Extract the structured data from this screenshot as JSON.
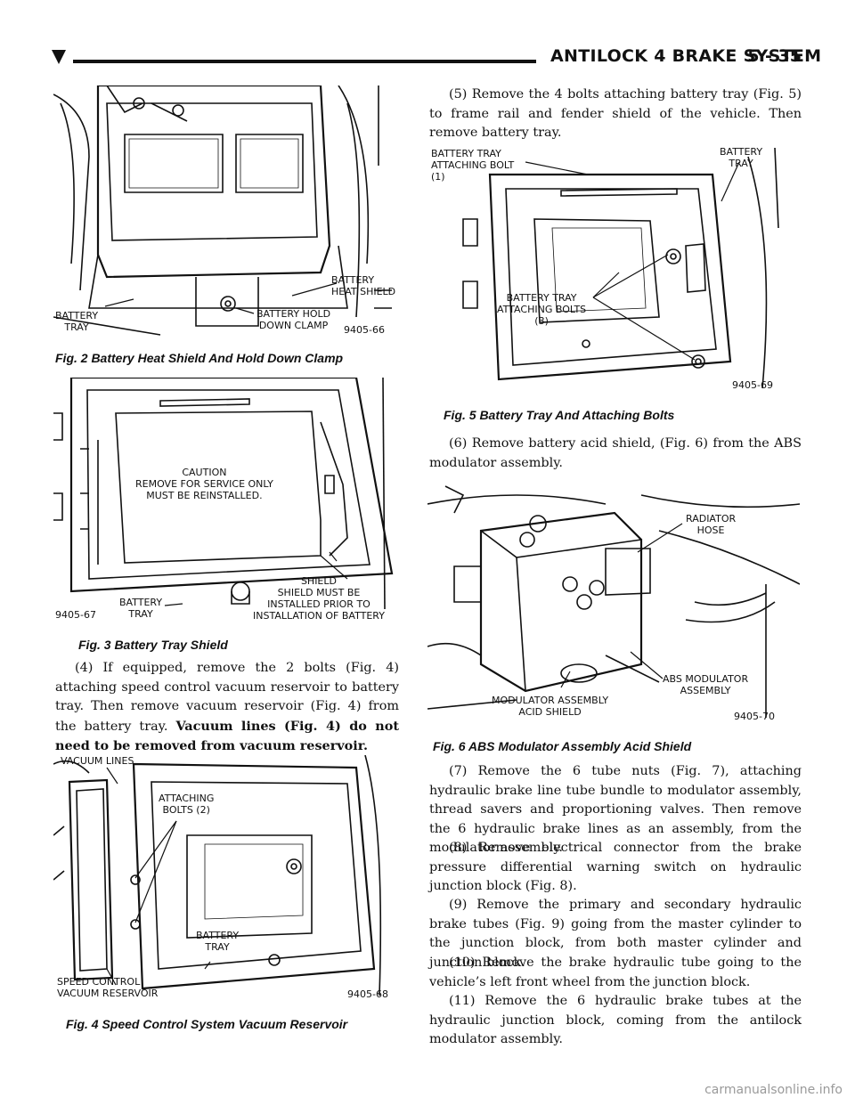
{
  "header": {
    "section_title": "ANTILOCK 4 BRAKE SYSTEM",
    "page_number": "5 - 35"
  },
  "figures": {
    "fig2": {
      "caption": "Fig. 2 Battery Heat Shield And Hold Down Clamp",
      "id": "9405-66",
      "labels": {
        "battery_heat_shield": "BATTERY\nHEAT SHIELD",
        "battery_tray": "BATTERY\nTRAY",
        "battery_hold_down_clamp": "BATTERY HOLD\nDOWN CLAMP"
      }
    },
    "fig3": {
      "caption": "Fig. 3 Battery Tray Shield",
      "id": "9405-67",
      "labels": {
        "caution": "CAUTION\nREMOVE FOR SERVICE ONLY\nMUST BE REINSTALLED.",
        "shield": "SHIELD\nSHIELD MUST BE\nINSTALLED PRIOR TO\nINSTALLATION OF BATTERY",
        "battery_tray": "BATTERY\nTRAY"
      }
    },
    "fig4": {
      "caption": "Fig. 4 Speed Control System Vacuum Reservoir",
      "id": "9405-68",
      "labels": {
        "vacuum_lines": "VACUUM LINES",
        "attaching_bolts": "ATTACHING\nBOLTS (2)",
        "battery_tray": "BATTERY\nTRAY",
        "speed_control": "SPEED CONTROL\nVACUUM RESERVOIR"
      }
    },
    "fig5": {
      "caption": "Fig. 5 Battery Tray And Attaching Bolts",
      "id": "9405-69",
      "labels": {
        "attaching_bolt": "BATTERY TRAY\nATTACHING BOLT\n(1)",
        "battery_tray": "BATTERY\nTRAY",
        "attaching_bolts": "BATTERY TRAY\nATTACHING BOLTS\n(3)"
      }
    },
    "fig6": {
      "caption": "Fig. 6 ABS Modulator Assembly Acid Shield",
      "id": "9405-70",
      "labels": {
        "radiator_hose": "RADIATOR\nHOSE",
        "abs_modulator": "ABS MODULATOR\nASSEMBLY",
        "acid_shield": "MODULATOR ASSEMBLY\nACID SHIELD"
      }
    }
  },
  "text": {
    "step4": "(4) If equipped, remove the 2 bolts (Fig. 4) attaching speed control vacuum reservoir to battery tray. Then remove vacuum reservoir (Fig. 4) from the battery tray.",
    "step4_note": "Vacuum lines (Fig. 4) do not need to be removed from vacuum reservoir.",
    "step5": "(5) Remove the 4 bolts attaching battery tray (Fig. 5) to frame rail and fender shield of the vehicle. Then remove battery tray.",
    "step6": "(6) Remove battery acid shield, (Fig. 6) from the ABS modulator assembly.",
    "step7": "(7) Remove the 6 tube nuts (Fig. 7), attaching hydraulic brake line tube bundle to modulator assembly, thread savers and proportioning valves. Then remove the 6 hydraulic brake lines as an assembly, from the modulator assembly.",
    "step8": "(8) Remove electrical connector from the brake pressure differential warning switch on hydraulic junction block (Fig. 8).",
    "step9": "(9) Remove the primary and secondary hydraulic brake tubes (Fig. 9) going from the master cylinder to the junction block, from both master cylinder and junction block.",
    "step10": "(10) Remove the brake hydraulic tube going to the vehicle’s left front wheel from the junction block.",
    "step11": "(11) Remove the 6 hydraulic brake tubes at the hydraulic junction block, coming from the antilock modulator assembly."
  },
  "watermark": "carmanualsonline.info"
}
